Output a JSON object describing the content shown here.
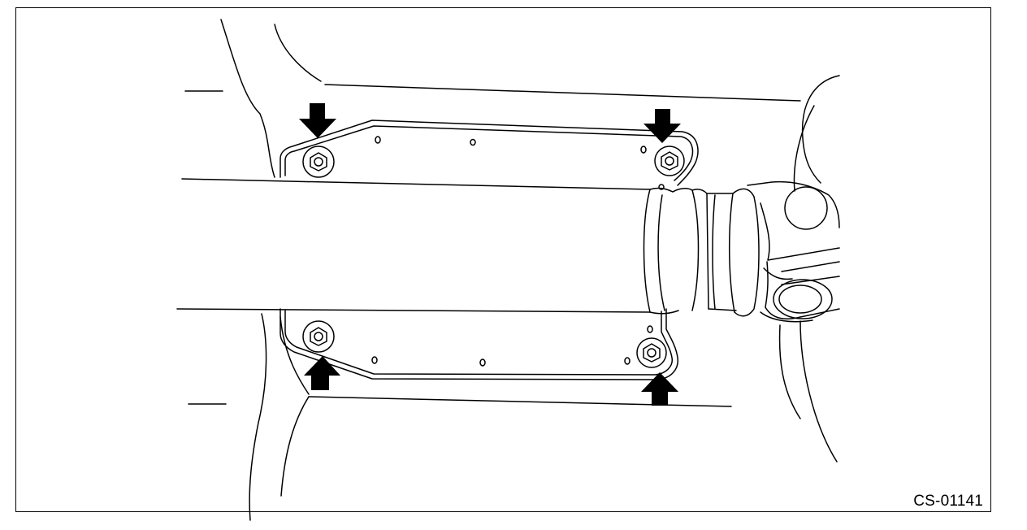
{
  "figure": {
    "id_label": "CS-01141",
    "line_color": "#000000",
    "background_color": "#ffffff",
    "arrow_color": "#000000"
  },
  "callouts": [
    {
      "name": "arrow-upper-left-nut",
      "direction": "down"
    },
    {
      "name": "arrow-upper-right-nut",
      "direction": "down"
    },
    {
      "name": "arrow-lower-left-nut",
      "direction": "up"
    },
    {
      "name": "arrow-lower-right-nut",
      "direction": "up"
    }
  ]
}
